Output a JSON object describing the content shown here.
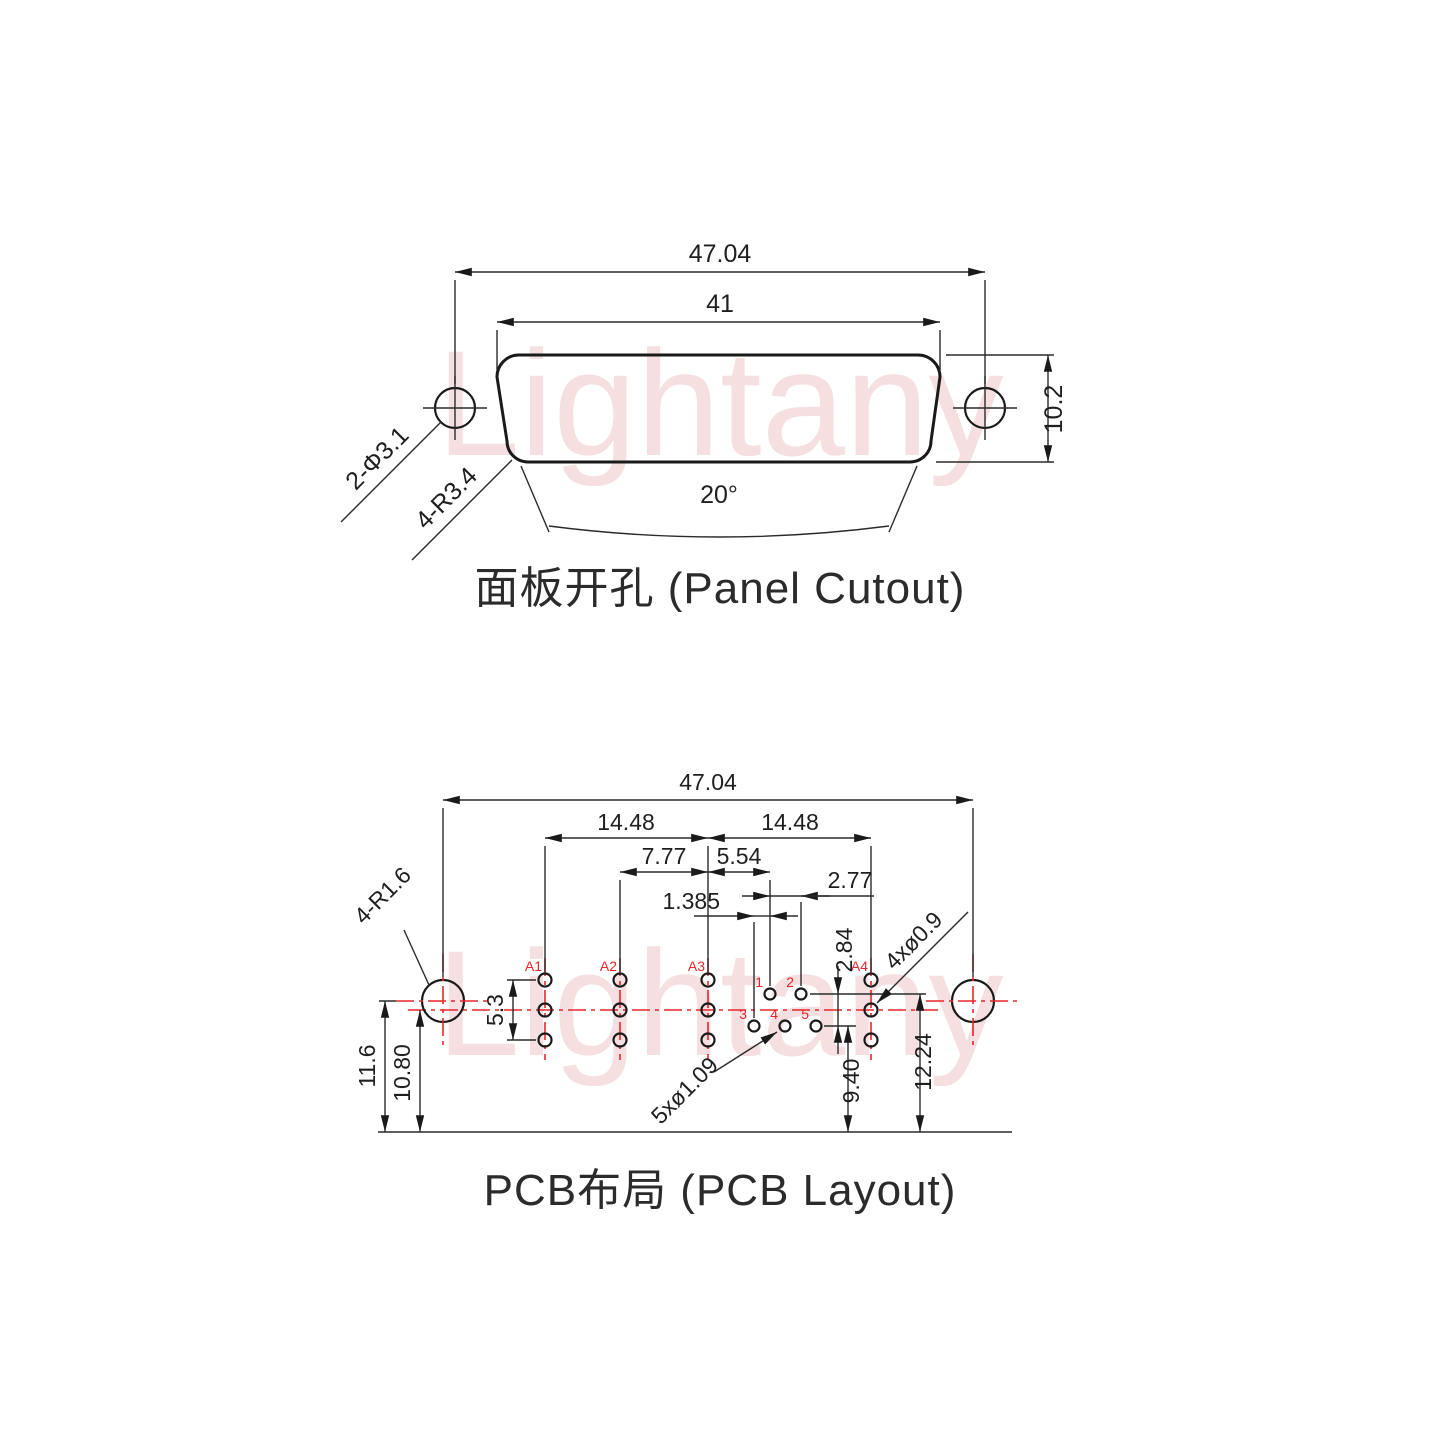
{
  "watermark": {
    "text": "Lightany"
  },
  "colors": {
    "line": "#1a1a1a",
    "accent_red": "#e8262a",
    "watermark_pink": "#edc6c8"
  },
  "panel_cutout": {
    "title": "面板开孔 (Panel Cutout)",
    "dim_overall_width": "47.04",
    "dim_opening_width": "41",
    "dim_height": "10.2",
    "dim_angle": "20°",
    "label_holes": "2-Φ3.1",
    "label_corner_radius": "4-R3.4"
  },
  "pcb_layout": {
    "title": "PCB布局 (PCB Layout)",
    "dim_overall": "47.04",
    "dim_left_span": "14.48",
    "dim_right_span": "14.48",
    "dim_a2_offset": "7.77",
    "dim_pin1_offset": "5.54",
    "dim_pin_pitch": "2.77",
    "dim_row_offset": "1.385",
    "dim_row_gap": "2.84",
    "dim_pad_span": "5.3",
    "dim_hole_to_edge": "11.6",
    "dim_padline_to_edge": "10.80",
    "dim_lower_row_to_edge": "9.40",
    "dim_upper_row_to_edge": "12.24",
    "label_corner_radius": "4-R1.6",
    "label_pad_holes": "4xø0.9",
    "label_pin_holes": "5xø1.09",
    "pad_labels": [
      "A1",
      "A2",
      "A3",
      "A4"
    ],
    "pin_labels": [
      "1",
      "2",
      "3",
      "4",
      "5"
    ]
  }
}
